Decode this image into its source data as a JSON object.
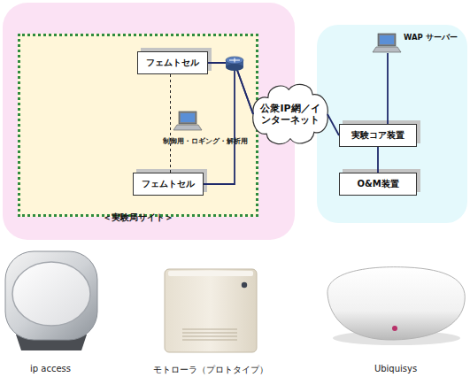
{
  "diagram": {
    "nodes": [
      {
        "text": [
          "＜実験局サイト＞"
        ]
      },
      {
        "text": [
          "フェムトセル"
        ],
        "in": 0
      },
      {
        "text": [
          "フェムトセル"
        ],
        "in": 0
      },
      {
        "text": [
          "公衆IP網／インターネット"
        ]
      },
      {
        "text": [
          "実験コア装置"
        ]
      },
      {
        "text": [
          "O&M装置"
        ]
      },
      {
        "text": [
          "WAP サーバー"
        ]
      }
    ],
    "edges": [
      {
        "from": 1,
        "to": 3,
        "arrow": "none"
      },
      {
        "from": 2,
        "to": 3,
        "arrow": "none"
      },
      {
        "from": 3,
        "to": 4,
        "arrow": "none"
      },
      {
        "from": 4,
        "to": 5,
        "arrow": "none"
      },
      {
        "from": 4,
        "to": 6,
        "arrow": "none"
      },
      {
        "from": 1,
        "to": 2,
        "arrow": "none"
      }
    ],
    "labels": [
      "制御用・ロギング・解析用",
      "ip access",
      "モトローラ（プロトタイプ）",
      "Ubiquisys"
    ]
  }
}
